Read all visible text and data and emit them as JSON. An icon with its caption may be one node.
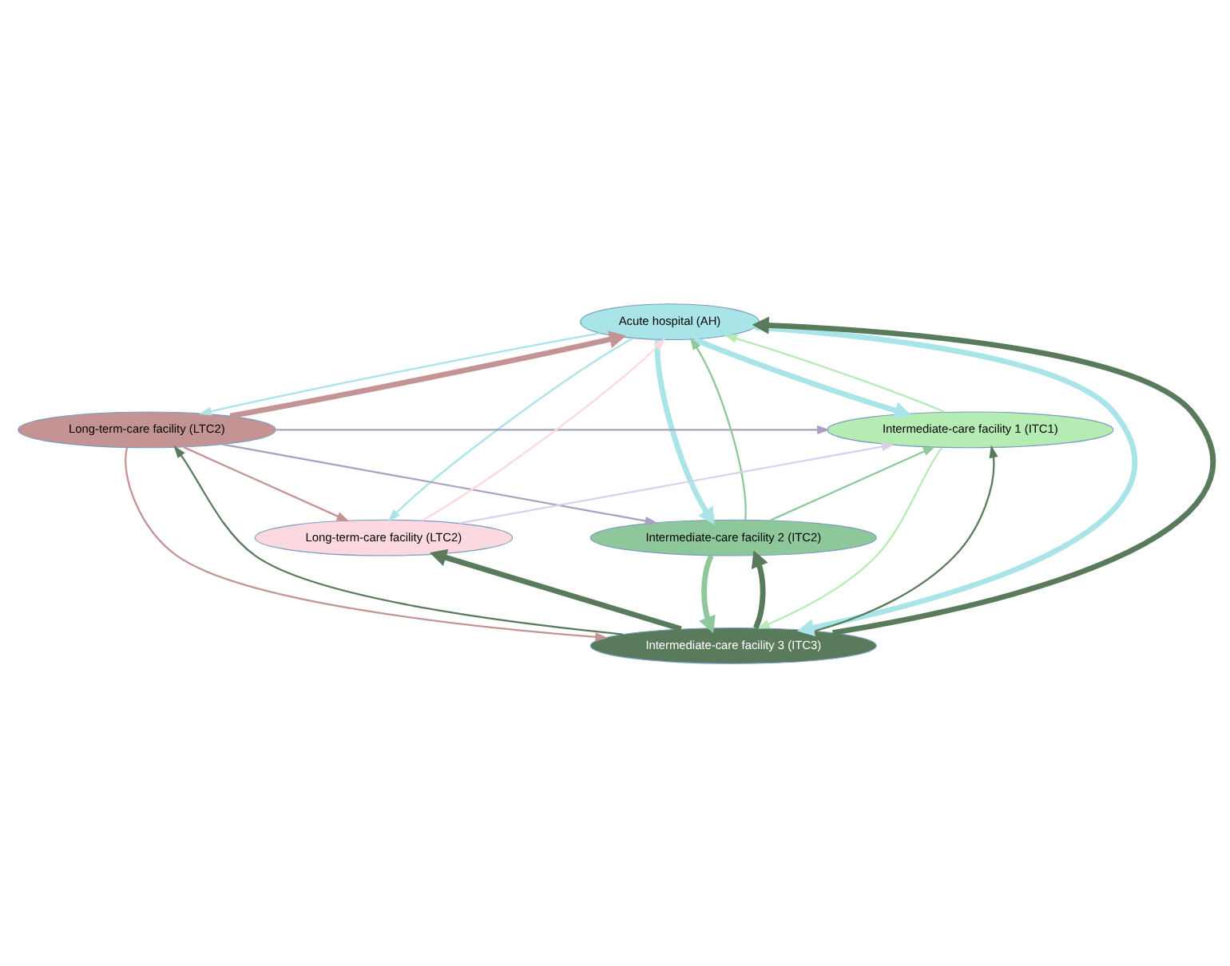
{
  "diagram": {
    "nodes": [
      {
        "text": [
          "Acute hospital (AH)"
        ]
      },
      {
        "text": [
          "Intermediate-care facility 1 (ITC1)"
        ]
      },
      {
        "text": [
          "Intermediate-care facility 2 (ITC2)"
        ]
      },
      {
        "text": [
          "Intermediate-care facility 3 (ITC3)"
        ]
      },
      {
        "text": [
          "Long-term-care facility (LTC2)"
        ]
      },
      {
        "text": [
          "Long-term-care facility (LTC2)"
        ]
      }
    ],
    "edges": [
      {
        "from": 0,
        "to": 1,
        "arrow": "to",
        "style": "thick",
        "color": "#a8e4e8"
      },
      {
        "from": 1,
        "to": 0,
        "arrow": "to",
        "color": "#b4ecb4"
      },
      {
        "from": 0,
        "to": 2,
        "arrow": "to",
        "style": "thick",
        "color": "#a8e4e8"
      },
      {
        "from": 2,
        "to": 0,
        "arrow": "to",
        "color": "#8ec89a"
      },
      {
        "from": 0,
        "to": 3,
        "arrow": "to",
        "style": "thick",
        "color": "#a8e4e8"
      },
      {
        "from": 3,
        "to": 0,
        "arrow": "to",
        "style": "thick",
        "color": "#5a7a5c"
      },
      {
        "from": 4,
        "to": 0,
        "arrow": "to",
        "style": "thick",
        "color": "#c49494"
      },
      {
        "from": 0,
        "to": 4,
        "arrow": "to",
        "color": "#a8e4e8"
      },
      {
        "from": 5,
        "to": 0,
        "arrow": "to",
        "color": "#fcd8e0"
      },
      {
        "from": 0,
        "to": 5,
        "arrow": "to",
        "color": "#a8e4e8"
      },
      {
        "from": 4,
        "to": 1,
        "arrow": "to",
        "color": "#a8a0c0"
      },
      {
        "from": 5,
        "to": 1,
        "arrow": "to",
        "color": "#d8d0ec"
      },
      {
        "from": 4,
        "to": 2,
        "arrow": "to",
        "color": "#a8a0c0"
      },
      {
        "from": 4,
        "to": 5,
        "arrow": "to",
        "color": "#c49494"
      },
      {
        "from": 2,
        "to": 1,
        "arrow": "to",
        "color": "#8ec89a"
      },
      {
        "from": 3,
        "to": 1,
        "arrow": "to",
        "color": "#5a7a5c"
      },
      {
        "from": 1,
        "to": 3,
        "arrow": "to",
        "color": "#b4ecb4"
      },
      {
        "from": 2,
        "to": 3,
        "arrow": "to",
        "style": "thick",
        "color": "#8ec89a"
      },
      {
        "from": 3,
        "to": 2,
        "arrow": "to",
        "style": "thick",
        "color": "#5a7a5c"
      },
      {
        "from": 3,
        "to": 4,
        "arrow": "to",
        "color": "#5a7a5c"
      },
      {
        "from": 4,
        "to": 3,
        "arrow": "to",
        "color": "#c49494"
      },
      {
        "from": 3,
        "to": 5,
        "arrow": "to",
        "style": "thick",
        "color": "#5a7a5c"
      }
    ]
  }
}
